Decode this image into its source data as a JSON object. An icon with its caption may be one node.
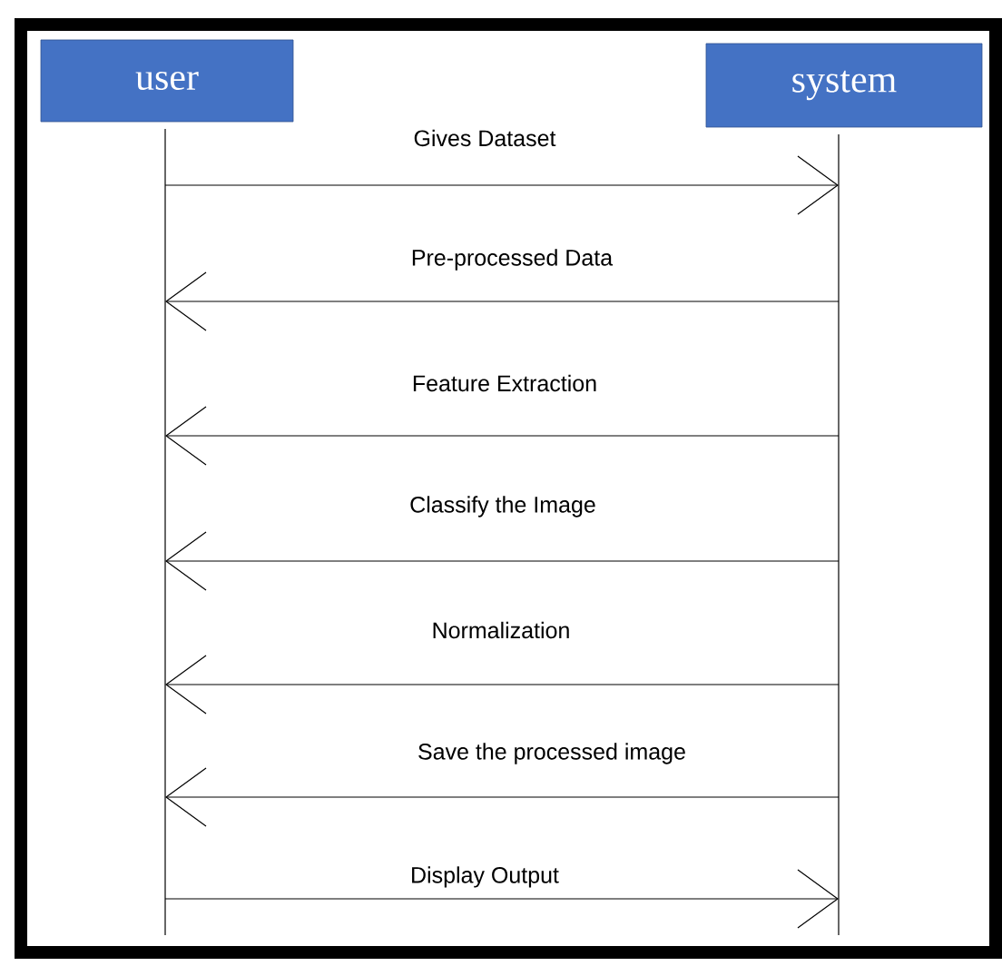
{
  "diagram": {
    "nodes": [
      {
        "text": [
          "user"
        ]
      },
      {
        "text": [
          "system"
        ]
      }
    ],
    "edges": [
      {
        "from": 0,
        "to": 1,
        "arrow": "to",
        "label": "Gives Dataset"
      },
      {
        "from": 1,
        "to": 0,
        "arrow": "to",
        "label": "Pre-processed Data"
      },
      {
        "from": 1,
        "to": 0,
        "arrow": "to",
        "label": "Feature Extraction"
      },
      {
        "from": 1,
        "to": 0,
        "arrow": "to",
        "label": "Classify the Image"
      },
      {
        "from": 1,
        "to": 0,
        "arrow": "to",
        "label": "Normalization"
      },
      {
        "from": 1,
        "to": 0,
        "arrow": "to",
        "label": "Save the processed image"
      },
      {
        "from": 0,
        "to": 1,
        "arrow": "to",
        "label": "Display Output"
      }
    ]
  }
}
